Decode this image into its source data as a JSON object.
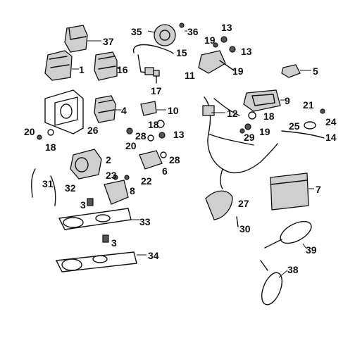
{
  "callouts": [
    {
      "id": "p1",
      "label": "1"
    },
    {
      "id": "p2",
      "label": "2"
    },
    {
      "id": "p3a",
      "label": "3"
    },
    {
      "id": "p3b",
      "label": "3"
    },
    {
      "id": "p4",
      "label": "4"
    },
    {
      "id": "p5",
      "label": "5"
    },
    {
      "id": "p6",
      "label": "6"
    },
    {
      "id": "p7",
      "label": "7"
    },
    {
      "id": "p8",
      "label": "8"
    },
    {
      "id": "p9",
      "label": "9"
    },
    {
      "id": "p10",
      "label": "10"
    },
    {
      "id": "p11",
      "label": "11"
    },
    {
      "id": "p12",
      "label": "12"
    },
    {
      "id": "p13a",
      "label": "13"
    },
    {
      "id": "p13b",
      "label": "13"
    },
    {
      "id": "p13c",
      "label": "13"
    },
    {
      "id": "p14",
      "label": "14"
    },
    {
      "id": "p15",
      "label": "15"
    },
    {
      "id": "p16",
      "label": "16"
    },
    {
      "id": "p17",
      "label": "17"
    },
    {
      "id": "p18a",
      "label": "18"
    },
    {
      "id": "p18b",
      "label": "18"
    },
    {
      "id": "p18c",
      "label": "18"
    },
    {
      "id": "p19a",
      "label": "19"
    },
    {
      "id": "p19b",
      "label": "19"
    },
    {
      "id": "p19c",
      "label": "19"
    },
    {
      "id": "p20a",
      "label": "20"
    },
    {
      "id": "p20b",
      "label": "20"
    },
    {
      "id": "p21",
      "label": "21"
    },
    {
      "id": "p22",
      "label": "22"
    },
    {
      "id": "p23",
      "label": "23"
    },
    {
      "id": "p24",
      "label": "24"
    },
    {
      "id": "p25",
      "label": "25"
    },
    {
      "id": "p26",
      "label": "26"
    },
    {
      "id": "p27",
      "label": "27"
    },
    {
      "id": "p28a",
      "label": "28"
    },
    {
      "id": "p28b",
      "label": "28"
    },
    {
      "id": "p29",
      "label": "29"
    },
    {
      "id": "p30",
      "label": "30"
    },
    {
      "id": "p31",
      "label": "31"
    },
    {
      "id": "p32",
      "label": "32"
    },
    {
      "id": "p33",
      "label": "33"
    },
    {
      "id": "p34",
      "label": "34"
    },
    {
      "id": "p35",
      "label": "35"
    },
    {
      "id": "p36",
      "label": "36"
    },
    {
      "id": "p37",
      "label": "37"
    },
    {
      "id": "p38",
      "label": "38"
    },
    {
      "id": "p39",
      "label": "39"
    }
  ]
}
